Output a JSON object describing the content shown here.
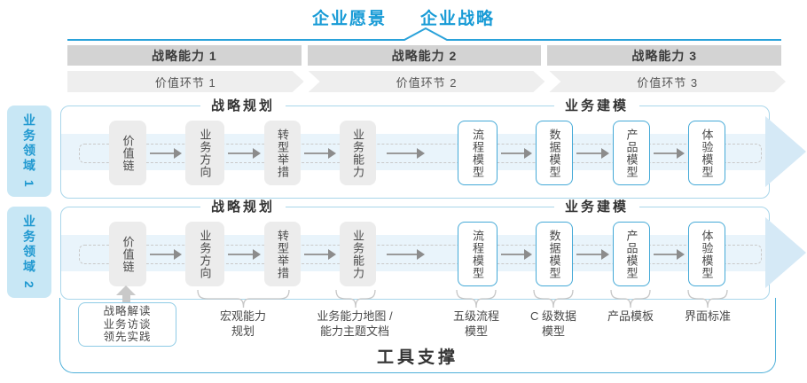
{
  "title": {
    "vision": "企业愿景",
    "strategy": "企业战略"
  },
  "strategic_capabilities": [
    {
      "label": "战略能力 1"
    },
    {
      "label": "战略能力 2"
    },
    {
      "label": "战略能力 3"
    }
  ],
  "value_links": [
    {
      "label": "价值环节 1"
    },
    {
      "label": "价值环节 2"
    },
    {
      "label": "价值环节 3"
    }
  ],
  "business_domains": [
    {
      "label": "业务领域 1"
    },
    {
      "label": "业务领域 2"
    }
  ],
  "lane_headers": {
    "planning": "战略规划",
    "modeling": "业务建模"
  },
  "lane_boxes": [
    {
      "label": "价值链",
      "style": "gray"
    },
    {
      "label": "业务方向",
      "style": "gray"
    },
    {
      "label": "转型举措",
      "style": "gray"
    },
    {
      "label": "业务能力",
      "style": "gray"
    },
    {
      "label": "流程模型",
      "style": "blue"
    },
    {
      "label": "数据模型",
      "style": "blue"
    },
    {
      "label": "产品模型",
      "style": "blue"
    },
    {
      "label": "体验模型",
      "style": "blue"
    }
  ],
  "annotations": {
    "practice_box_lines": [
      "战略解读",
      "业务访谈",
      "领先实践"
    ],
    "labels": [
      {
        "lines": [
          "宏观能力",
          "规划"
        ]
      },
      {
        "lines": [
          "业务能力地图 /",
          "能力主题文档"
        ]
      },
      {
        "lines": [
          "五级流程",
          "模型"
        ]
      },
      {
        "lines": [
          "C 级数据",
          "模型"
        ]
      },
      {
        "lines": [
          "产品模板"
        ]
      },
      {
        "lines": [
          "界面标准"
        ]
      }
    ]
  },
  "tool_support_label": "工具支撑",
  "colors": {
    "accent_blue": "#189bd6",
    "lane_border": "#a9d6ea",
    "outer_border": "#4fb0d9",
    "band": "#e9f4fb",
    "band_arrowhead": "#d5e9f6",
    "bar_gray": "#d3d3d3",
    "chevron_gray": "#eeeeee",
    "box_gray": "#ececec",
    "blue_box_border": "#44a9d7",
    "brace_gray": "#c6c6c6"
  }
}
